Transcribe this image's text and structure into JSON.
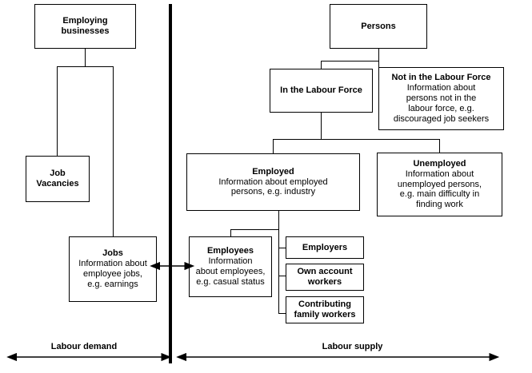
{
  "diagram": {
    "title_visible": false,
    "colors": {
      "line": "#000000",
      "text": "#000000",
      "background": "#ffffff"
    },
    "divider": {
      "label": "vertical-separator"
    },
    "boxes": {
      "employing_businesses": {
        "title": "Employing\nbusinesses",
        "desc": ""
      },
      "job_vacancies": {
        "title": "Job\nVacancies",
        "desc": ""
      },
      "jobs": {
        "title": "Jobs",
        "desc": "Information about\nemployee jobs,\ne.g. earnings"
      },
      "persons": {
        "title": "Persons",
        "desc": ""
      },
      "in_labour_force": {
        "title": "In the Labour Force",
        "desc": ""
      },
      "not_in_labour_force": {
        "title": "Not in the Labour Force",
        "desc": "Information about\npersons not in the\nlabour force, e.g.\ndiscouraged job seekers"
      },
      "employed": {
        "title": "Employed",
        "desc": "Information about employed\npersons, e.g. industry"
      },
      "unemployed": {
        "title": "Unemployed",
        "desc": "Information about\nunemployed persons,\ne.g. main difficulty in\nfinding work"
      },
      "employees": {
        "title": "Employees",
        "desc": "Information\nabout employees,\ne.g. casual status"
      },
      "employers": {
        "title": "Employers",
        "desc": ""
      },
      "own_account_workers": {
        "title": "Own account\nworkers",
        "desc": ""
      },
      "contributing_family_workers": {
        "title": "Contributing\nfamily workers",
        "desc": ""
      }
    },
    "axes": {
      "labour_demand": "Labour demand",
      "labour_supply": "Labour supply"
    }
  }
}
